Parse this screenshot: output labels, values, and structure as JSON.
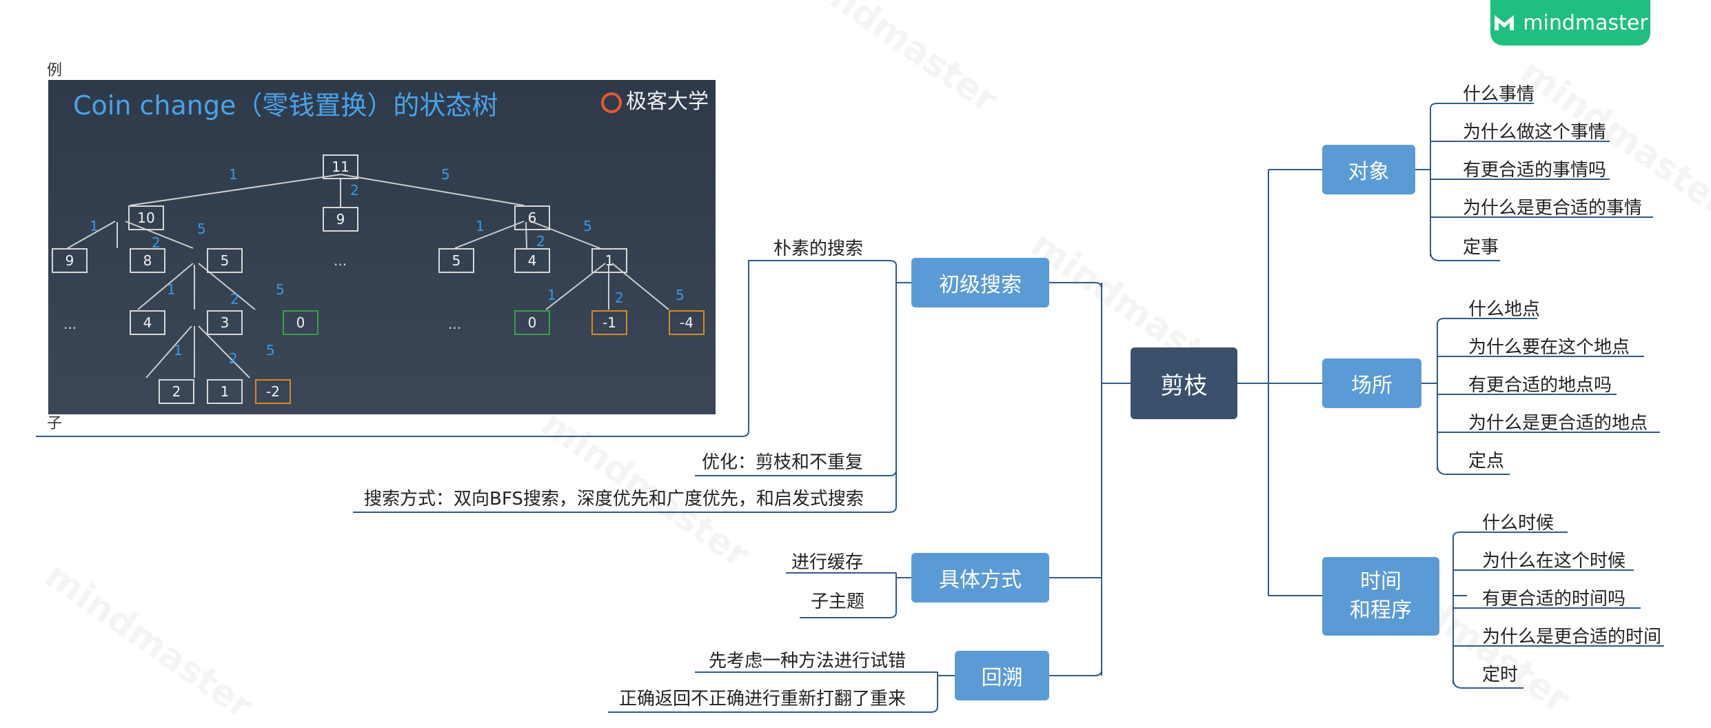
{
  "logo": {
    "text": "mindmaster",
    "icon": "mindmaster-logo-icon"
  },
  "watermark": "mindmaster",
  "root": {
    "label": "剪枝"
  },
  "right_branches": {
    "object": {
      "label": "对象",
      "children": [
        "什么事情",
        "为什么做这个事情",
        "有更合适的事情吗",
        "为什么是更合适的事情",
        "定事"
      ]
    },
    "place": {
      "label": "场所",
      "children": [
        "什么地点",
        "为什么要在这个地点",
        "有更合适的地点吗",
        "为什么是更合适的地点",
        "定点"
      ]
    },
    "time": {
      "label": "时间\n和程序",
      "children": [
        "什么时候",
        "为什么在这个时候",
        "有更合适的时间吗",
        "为什么是更合适的时间",
        "定时"
      ]
    }
  },
  "left_branches": {
    "search": {
      "label": "初级搜索",
      "children": [
        "朴素的搜索",
        "优化：剪枝和不重复",
        "搜索方式：双向BFS搜索，深度优先和广度优先，和启发式搜索"
      ]
    },
    "method": {
      "label": "具体方式",
      "children": [
        "进行缓存",
        "子主题"
      ]
    },
    "backtrack": {
      "label": "回溯",
      "children": [
        "先考虑一种方法进行试错",
        "正确返回不正确进行重新打翻了重来"
      ]
    }
  },
  "example": {
    "label_top": "例",
    "label_bottom": "子",
    "image_title": "Coin change（零钱置换）的状态树",
    "image_brand": "极客大学",
    "tree_nodes": [
      "11",
      "10",
      "9",
      "6",
      "9",
      "8",
      "5",
      "5",
      "4",
      "1",
      "4",
      "3",
      "0",
      "0",
      "-1",
      "-4",
      "2",
      "1",
      "-2"
    ],
    "edge_labels": [
      "1",
      "2",
      "5"
    ],
    "ellipsis": "..."
  },
  "colors": {
    "root": "#3a506b",
    "main": "#5b9bd5",
    "line": "#2f5b8a",
    "logo": "#1fbf7f"
  }
}
